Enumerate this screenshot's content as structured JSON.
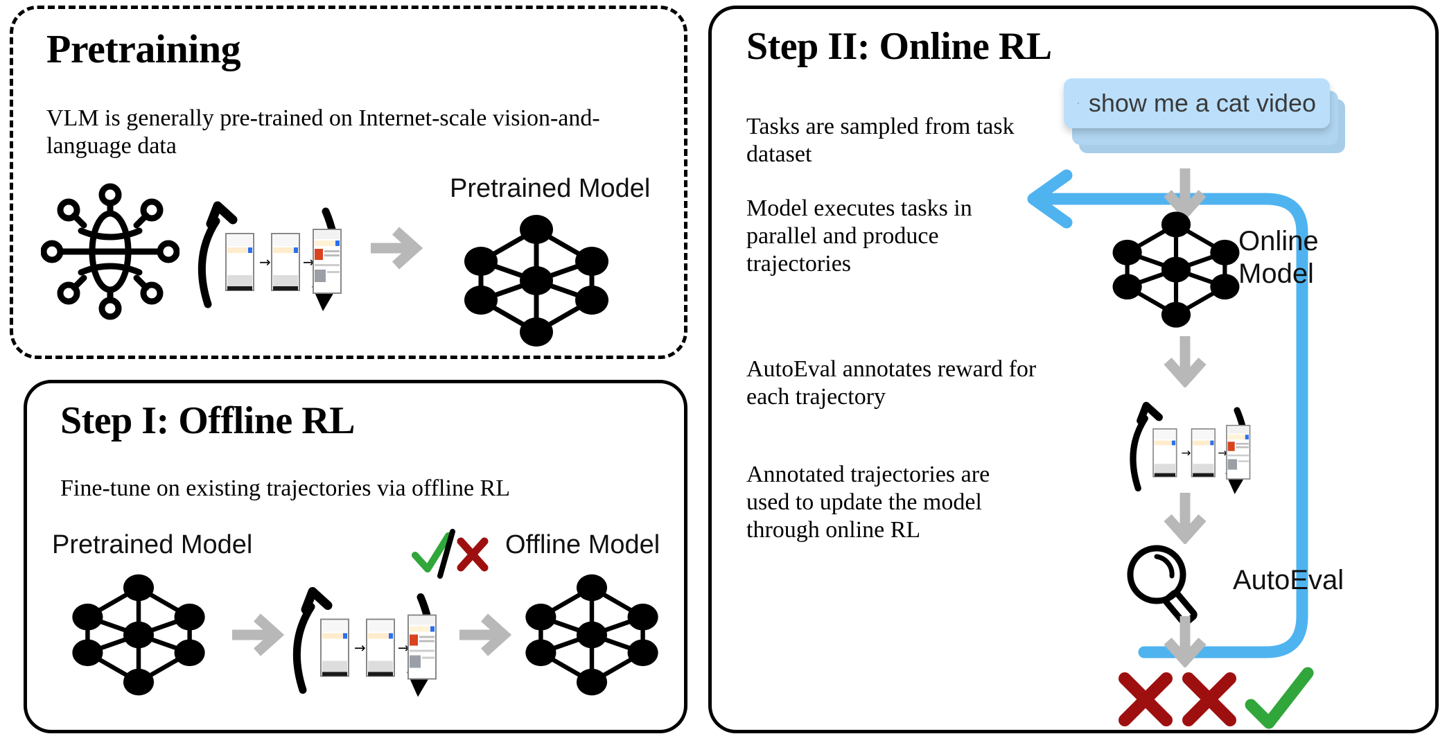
{
  "figure": {
    "type": "pipeline-diagram",
    "title_implicit": "VLM RL training pipeline"
  },
  "panels": {
    "pretraining": {
      "title": "Pretraining",
      "border_style": "dashed",
      "description": "VLM is generally pre-trained on Internet-scale vision-and-language data",
      "output_label": "Pretrained Model",
      "icons": [
        "globe-network-icon",
        "trajectory-loop-icon",
        "gray-arrow-right-icon",
        "neural-network-icon"
      ]
    },
    "offline": {
      "title": "Step I: Offline RL",
      "border_style": "solid",
      "description": "Fine-tune on existing trajectories via offline RL",
      "input_label": "Pretrained Model",
      "output_label": "Offline Model",
      "reward_marks": [
        "check",
        "slash",
        "cross"
      ],
      "icons": [
        "neural-network-icon",
        "gray-arrow-right-icon",
        "trajectory-loop-icon",
        "gray-arrow-right-icon",
        "neural-network-icon"
      ]
    },
    "online": {
      "title": "Step II: Online RL",
      "border_style": "solid",
      "steps": [
        "Tasks are sampled from task dataset",
        "Model executes tasks in parallel and produce trajectories",
        "AutoEval annotates reward for each trajectory",
        "Annotated trajectories are used to update the model through online RL"
      ],
      "task_card_text": "show me a cat video",
      "task_card_icon": "user-circle-icon",
      "model_label": "Online\nModel",
      "autoeval_label": "AutoEval",
      "autoeval_icon": "magnifier-icon",
      "reward_marks": [
        "cross",
        "cross",
        "check"
      ],
      "feedback_arrow": "blue-feedback-loop-arrow",
      "flow_arrows": [
        "gray-arrow-down-icon",
        "gray-arrow-down-icon",
        "gray-arrow-down-icon",
        "gray-arrow-down-icon"
      ]
    }
  },
  "colors": {
    "task_card": "#bbdffb",
    "task_card_shadow": "#a7cde9",
    "user_icon": "#131a52",
    "task_text": "#3a3a3a",
    "feedback_arrow": "#4fb3f0",
    "gray_arrow": "#b8b8b8",
    "check_green": "#30a63b",
    "cross_red": "#9e1010",
    "border_black": "#000000",
    "node_black": "#000000"
  }
}
